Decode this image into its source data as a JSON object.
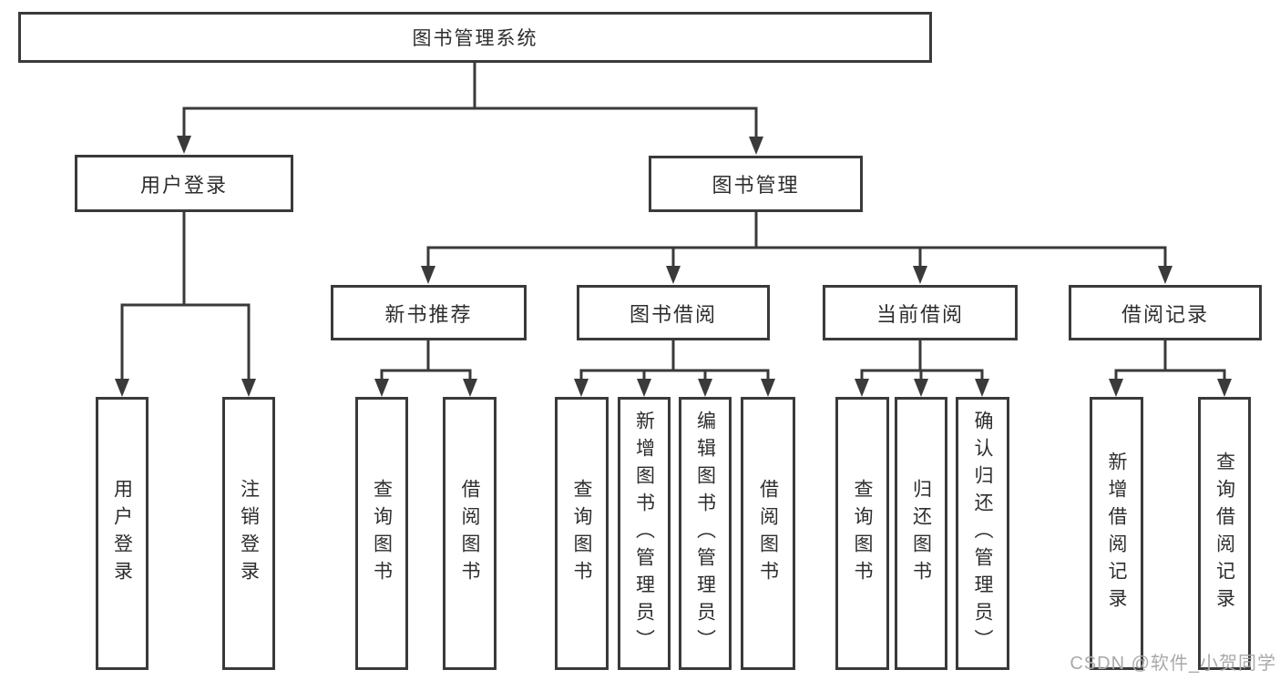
{
  "colors": {
    "line": "#3a3a3a",
    "text": "#2e2e2e",
    "watermark": "#a9a9a9",
    "background": "#ffffff"
  },
  "diagram": {
    "root": {
      "label": "图书管理系统"
    },
    "level2": [
      {
        "label": "用户登录"
      },
      {
        "label": "图书管理"
      }
    ],
    "level3": [
      {
        "label": "新书推荐"
      },
      {
        "label": "图书借阅"
      },
      {
        "label": "当前借阅"
      },
      {
        "label": "借阅记录"
      }
    ],
    "leaves": {
      "user_login": [
        {
          "label": "用户登录"
        },
        {
          "label": "注销登录"
        }
      ],
      "new_book_rec": [
        {
          "label": "查询图书"
        },
        {
          "label": "借阅图书"
        }
      ],
      "book_borrow": [
        {
          "label": "查询图书"
        },
        {
          "label": "新增图书（管理员）"
        },
        {
          "label": "编辑图书（管理员）"
        },
        {
          "label": "借阅图书"
        }
      ],
      "current_borrow": [
        {
          "label": "查询图书"
        },
        {
          "label": "归还图书"
        },
        {
          "label": "确认归还（管理员）"
        }
      ],
      "borrow_records": [
        {
          "label": "新增借阅记录"
        },
        {
          "label": "查询借阅记录"
        }
      ]
    }
  },
  "watermark": {
    "text": "CSDN @软件_小贺同学"
  }
}
